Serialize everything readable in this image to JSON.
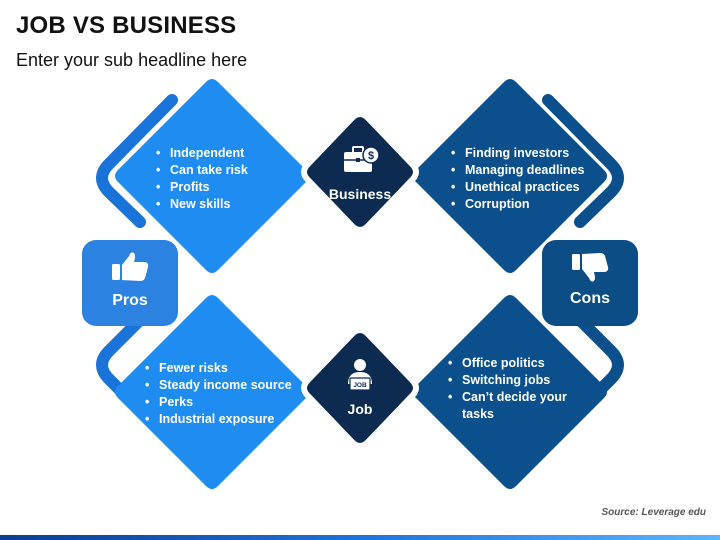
{
  "header": {
    "title": "JOB VS BUSINESS",
    "subtitle": "Enter your sub headline here"
  },
  "business": {
    "label": "Business",
    "icon": "briefcase-dollar-icon",
    "pros": [
      "Independent",
      "Can take risk",
      "Profits",
      "New skills"
    ],
    "cons": [
      "Finding investors",
      "Managing deadlines",
      "Unethical practices",
      "Corruption"
    ]
  },
  "job": {
    "label": "Job",
    "icon": "job-person-icon",
    "pros": [
      "Fewer risks",
      "Steady income source",
      "Perks",
      "Industrial exposure"
    ],
    "cons": [
      "Office politics",
      "Switching jobs",
      "Can’t decide your tasks"
    ]
  },
  "pros": {
    "label": "Pros",
    "icon": "thumbs-up-icon"
  },
  "cons": {
    "label": "Cons",
    "icon": "thumbs-down-icon"
  },
  "footer": {
    "source": "Source: Leverage edu"
  },
  "colors": {
    "light_blue": "#1e8cf0",
    "mid_blue": "#1a73d9",
    "dark_blue": "#0b4f8c",
    "navy": "#0d2b50",
    "pros_box": "#2b82e0",
    "cons_box": "#0d4d86"
  }
}
